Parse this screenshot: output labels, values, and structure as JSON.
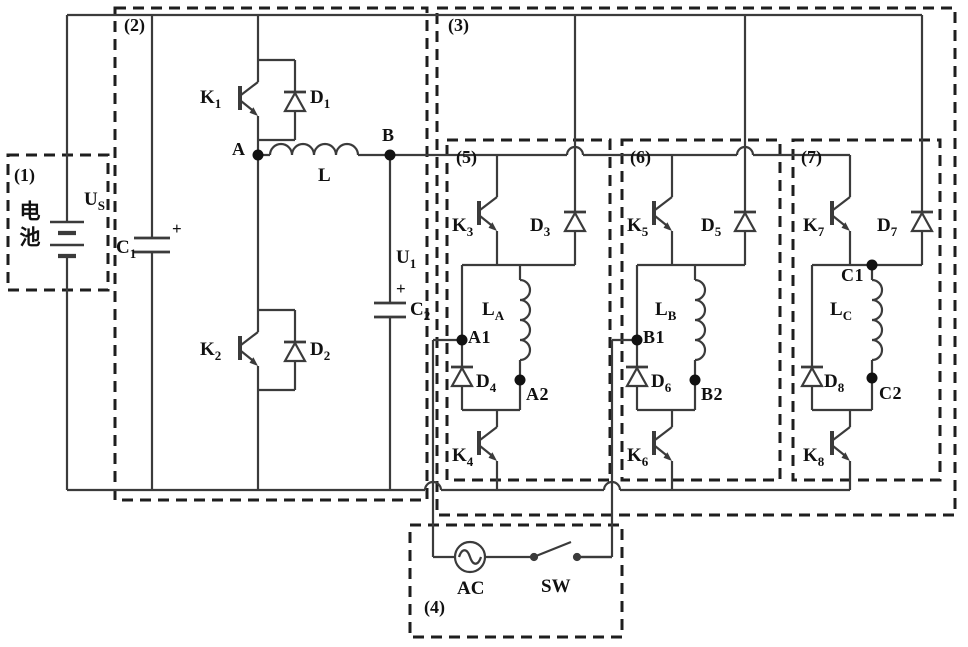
{
  "figure": {
    "blocks": {
      "b1": "(1)",
      "b2": "(2)",
      "b3": "(3)",
      "b4": "(4)",
      "b5": "(5)",
      "b6": "(6)",
      "b7": "(7)"
    },
    "battery_label": "电池",
    "plus": "+",
    "components": {
      "us": {
        "base": "U",
        "sub": "S"
      },
      "c1": {
        "base": "C",
        "sub": "1"
      },
      "k1": {
        "base": "K",
        "sub": "1"
      },
      "d1": {
        "base": "D",
        "sub": "1"
      },
      "l": {
        "base": "L",
        "sub": ""
      },
      "u1": {
        "base": "U",
        "sub": "1"
      },
      "c2cap": {
        "base": "C",
        "sub": "2"
      },
      "k2": {
        "base": "K",
        "sub": "2"
      },
      "d2": {
        "base": "D",
        "sub": "2"
      },
      "k3": {
        "base": "K",
        "sub": "3"
      },
      "d3": {
        "base": "D",
        "sub": "3"
      },
      "la": {
        "base": "L",
        "sub": "A"
      },
      "d4": {
        "base": "D",
        "sub": "4"
      },
      "k4": {
        "base": "K",
        "sub": "4"
      },
      "k5": {
        "base": "K",
        "sub": "5"
      },
      "d5": {
        "base": "D",
        "sub": "5"
      },
      "lb": {
        "base": "L",
        "sub": "B"
      },
      "d6": {
        "base": "D",
        "sub": "6"
      },
      "k6": {
        "base": "K",
        "sub": "6"
      },
      "k7": {
        "base": "K",
        "sub": "7"
      },
      "d7": {
        "base": "D",
        "sub": "7"
      },
      "lc": {
        "base": "L",
        "sub": "C"
      },
      "d8": {
        "base": "D",
        "sub": "8"
      },
      "k8": {
        "base": "K",
        "sub": "8"
      },
      "ac": "AC",
      "sw": "SW"
    },
    "nodes": {
      "a": "A",
      "b": "B",
      "a1": "A1",
      "a2": "A2",
      "b1": "B1",
      "b2": "B2",
      "c1": "C1",
      "c2": "C2"
    },
    "colors": {
      "wire": "#3b3b3b",
      "box_border": "#1e1e1e",
      "background": "#ffffff",
      "text": "#111111"
    }
  }
}
